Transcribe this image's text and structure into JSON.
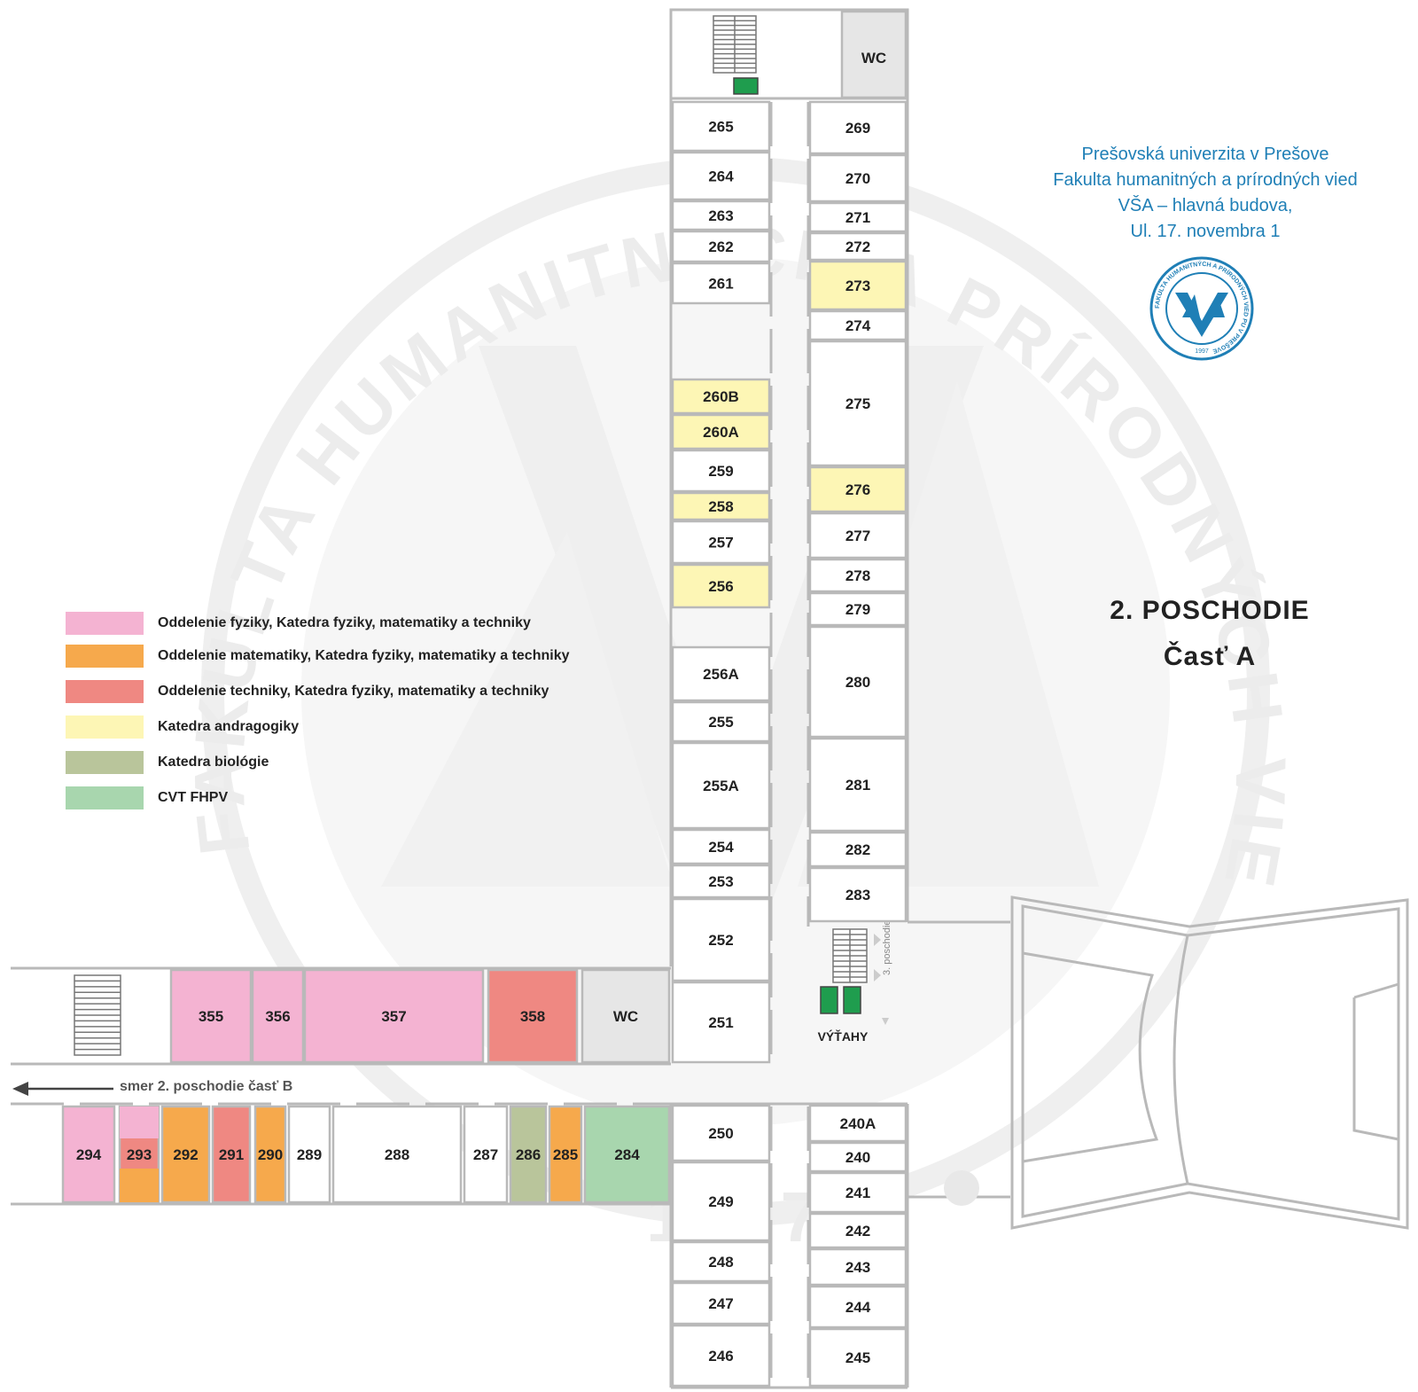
{
  "header": {
    "line1": "Prešovská univerzita v Prešove",
    "line2": "Fakulta humanitných a prírodných vied",
    "line3": "VŠA – hlavná budova,",
    "line4": "Ul. 17. novembra 1"
  },
  "seal": {
    "ring_text": "FAKULTA HUMANITNÝCH A PRÍRODNÝCH VIED PU V PREŠOVE",
    "year": "1997"
  },
  "watermark": {
    "ring_text": "FAKULTA HUMANITNÝCH A PRÍRODNÝCH VIED PU V PREŠOVE",
    "year": "1997"
  },
  "floor": {
    "title": "2. POSCHODIE",
    "part": "Časť A"
  },
  "legend": [
    {
      "label": "Oddelenie fyziky, Katedra fyziky, matematiky a techniky",
      "color": "#f4b3d2"
    },
    {
      "label": "Oddelenie matematiky, Katedra fyziky, matematiky a techniky",
      "color": "#f6a94c"
    },
    {
      "label": "Oddelenie techniky, Katedra fyziky, matematiky a techniky",
      "color": "#ef8882"
    },
    {
      "label": "Katedra andragogiky",
      "color": "#fdf6b5"
    },
    {
      "label": "Katedra biológie",
      "color": "#b9c59b"
    },
    {
      "label": "CVT FHPV",
      "color": "#a8d6ae"
    }
  ],
  "direction": {
    "label": "smer 2. poschodie časť B",
    "icon": "arrow-left-icon"
  },
  "colors": {
    "wall": "#b9b9b9",
    "room_default": "#ffffff",
    "wc": "#e6e6e6",
    "elevator": "#1f9d4e"
  },
  "labels": {
    "elevators": "VÝŤAHY",
    "stairs_note": "3. poschodie"
  },
  "rooms": [
    {
      "id": "WC",
      "dept": "wc"
    },
    {
      "id": "265"
    },
    {
      "id": "264"
    },
    {
      "id": "263"
    },
    {
      "id": "262"
    },
    {
      "id": "261"
    },
    {
      "id": "260B",
      "dept": "andragogika"
    },
    {
      "id": "260A",
      "dept": "andragogika"
    },
    {
      "id": "259"
    },
    {
      "id": "258",
      "dept": "andragogika"
    },
    {
      "id": "257"
    },
    {
      "id": "256",
      "dept": "andragogika"
    },
    {
      "id": "256A"
    },
    {
      "id": "255"
    },
    {
      "id": "255A"
    },
    {
      "id": "254"
    },
    {
      "id": "253"
    },
    {
      "id": "252"
    },
    {
      "id": "251"
    },
    {
      "id": "250"
    },
    {
      "id": "249"
    },
    {
      "id": "248"
    },
    {
      "id": "247"
    },
    {
      "id": "246"
    },
    {
      "id": "269"
    },
    {
      "id": "270"
    },
    {
      "id": "271"
    },
    {
      "id": "272"
    },
    {
      "id": "273",
      "dept": "andragogika"
    },
    {
      "id": "274"
    },
    {
      "id": "275"
    },
    {
      "id": "276",
      "dept": "andragogika"
    },
    {
      "id": "277"
    },
    {
      "id": "278"
    },
    {
      "id": "279"
    },
    {
      "id": "280"
    },
    {
      "id": "281"
    },
    {
      "id": "282"
    },
    {
      "id": "283"
    },
    {
      "id": "240A"
    },
    {
      "id": "240"
    },
    {
      "id": "241"
    },
    {
      "id": "242"
    },
    {
      "id": "243"
    },
    {
      "id": "244"
    },
    {
      "id": "245"
    },
    {
      "id": "355",
      "dept": "fyzika"
    },
    {
      "id": "356",
      "dept": "fyzika"
    },
    {
      "id": "357",
      "dept": "fyzika"
    },
    {
      "id": "358",
      "dept": "technika"
    },
    {
      "id": "WC",
      "dept": "wc"
    },
    {
      "id": "294",
      "dept": "fyzika"
    },
    {
      "id": "293",
      "dept": "technika"
    },
    {
      "id": "292",
      "dept": "matematika"
    },
    {
      "id": "291",
      "dept": "technika"
    },
    {
      "id": "290",
      "dept": "matematika"
    },
    {
      "id": "289"
    },
    {
      "id": "288"
    },
    {
      "id": "287"
    },
    {
      "id": "286",
      "dept": "biologia"
    },
    {
      "id": "285",
      "dept": "matematika"
    },
    {
      "id": "284",
      "dept": "cvt"
    }
  ]
}
